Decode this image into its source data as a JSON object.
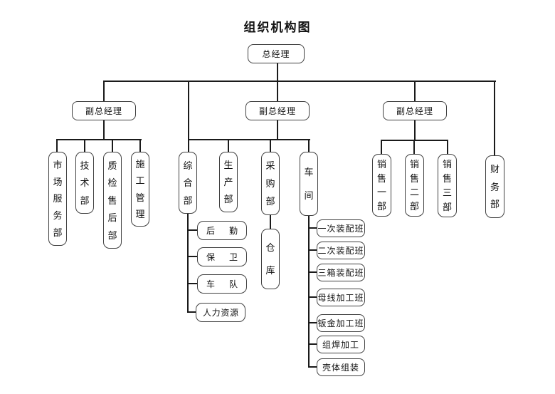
{
  "title": "组织机构图",
  "colors": {
    "line": "#1a1a1a",
    "border": "#404040",
    "background": "#ffffff"
  },
  "root": {
    "label": "总经理"
  },
  "deputies": [
    {
      "label": "副总经理"
    },
    {
      "label": "副总经理"
    },
    {
      "label": "副总经理"
    }
  ],
  "left_departments": [
    {
      "label": "市场服务部"
    },
    {
      "label": "技术部"
    },
    {
      "label": "质检售后部"
    },
    {
      "label": "施工管理"
    }
  ],
  "middle_departments": [
    {
      "label": "综合部"
    },
    {
      "label": "生产部"
    },
    {
      "label": "采购部"
    },
    {
      "label": "车间"
    }
  ],
  "admin_subunits": [
    {
      "label": "后勤"
    },
    {
      "label": "保卫"
    },
    {
      "label": "车队"
    },
    {
      "label": "人力资源"
    }
  ],
  "warehouse": {
    "label": "仓库"
  },
  "workshop_teams": [
    {
      "label": "一次装配班"
    },
    {
      "label": "二次装配班"
    },
    {
      "label": "三箱装配班"
    },
    {
      "label": "母线加工班"
    },
    {
      "label": "钣金加工班"
    },
    {
      "label": "组焊加工"
    },
    {
      "label": "壳体组装"
    }
  ],
  "sales_departments": [
    {
      "label": "销售一部"
    },
    {
      "label": "销售二部"
    },
    {
      "label": "销售三部"
    }
  ],
  "finance": {
    "label": "财务部"
  }
}
